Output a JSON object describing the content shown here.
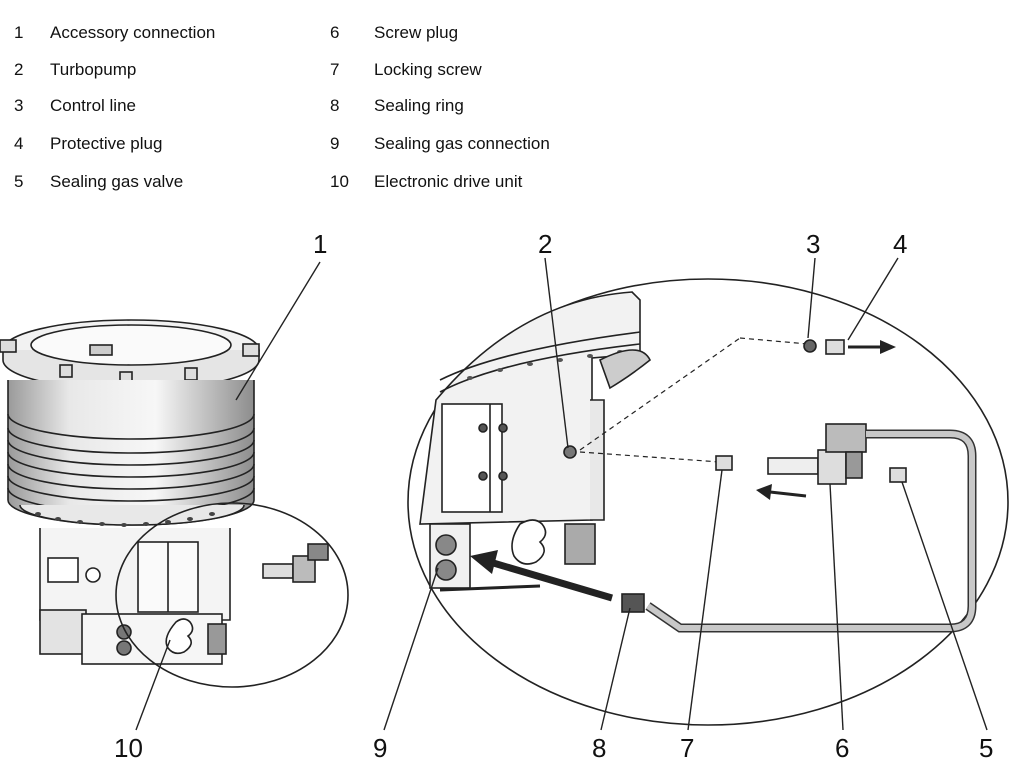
{
  "legend": [
    {
      "num": "1",
      "text": "Accessory connection"
    },
    {
      "num": "2",
      "text": "Turbopump"
    },
    {
      "num": "3",
      "text": "Control line"
    },
    {
      "num": "4",
      "text": "Protective plug"
    },
    {
      "num": "5",
      "text": "Sealing gas valve"
    },
    {
      "num": "6",
      "text": "Screw plug"
    },
    {
      "num": "7",
      "text": "Locking screw"
    },
    {
      "num": "8",
      "text": "Sealing ring"
    },
    {
      "num": "9",
      "text": "Sealing gas connection"
    },
    {
      "num": "10",
      "text": "Electronic drive unit"
    }
  ],
  "callouts": [
    "1",
    "2",
    "3",
    "4",
    "9",
    "8",
    "7",
    "6",
    "5",
    "10"
  ],
  "colors": {
    "line": "#222222",
    "fill": "#ffffff",
    "shade": "#cfcfcf",
    "dark": "#555555"
  }
}
